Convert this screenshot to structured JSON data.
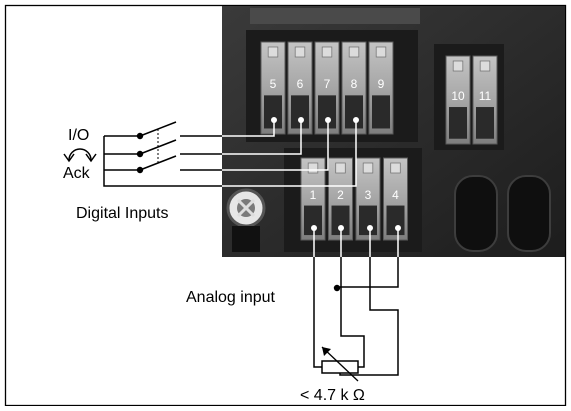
{
  "labels": {
    "io": "I/O",
    "ack": "Ack",
    "digital_inputs": "Digital Inputs",
    "analog_input": "Analog input",
    "resistor_value": "< 4.7 k Ω"
  },
  "terminals": {
    "upper_left": [
      "5",
      "6",
      "7",
      "8",
      "9"
    ],
    "upper_right": [
      "10",
      "11"
    ],
    "lower": [
      "1",
      "2",
      "3",
      "4"
    ]
  },
  "colors": {
    "panel_dark": "#2b2b2b",
    "terminal_body": "#9c9c9c",
    "terminal_label": "#ffffff",
    "wire": "#000000",
    "wire_on_photo": "#ffffff",
    "frame": "#000000"
  }
}
